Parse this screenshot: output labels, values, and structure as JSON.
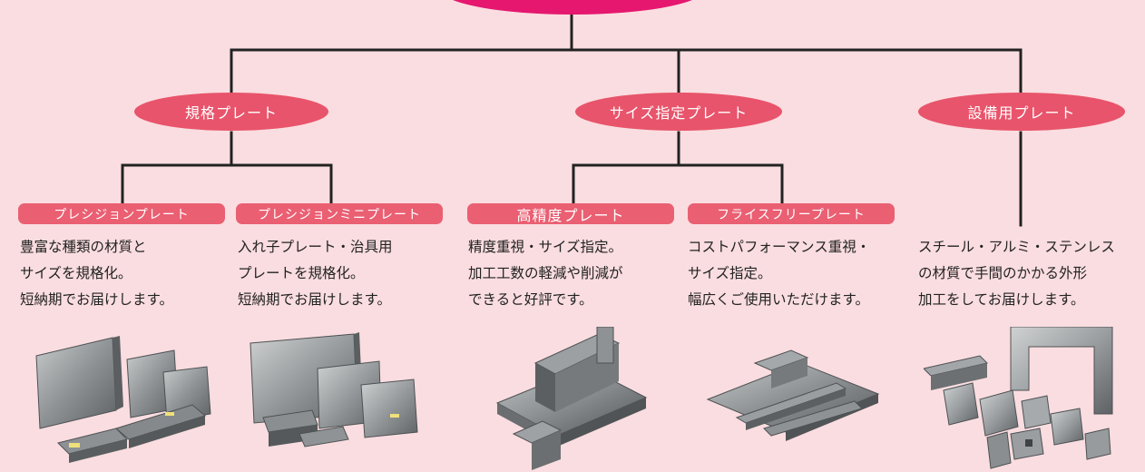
{
  "categories": [
    {
      "label": "規格プレート"
    },
    {
      "label": "サイズ指定プレート"
    },
    {
      "label": "設備用プレート"
    }
  ],
  "products": [
    {
      "label": "プレシジョンプレート",
      "lines": [
        "豊富な種類の材質と",
        "サイズを規格化。",
        "短納期でお届けします。"
      ],
      "photo": "stacked standard plates"
    },
    {
      "label": "プレシジョンミニプレート",
      "lines": [
        "入れ子プレート・治具用",
        "プレートを規格化。",
        "短納期でお届けします。"
      ],
      "photo": "stacked mini plates"
    },
    {
      "label": "高精度プレート",
      "lines": [
        "精度重視・サイズ指定。",
        "加工工数の軽減や削減が",
        "できると好評です。"
      ],
      "photo": "high precision plate blocks"
    },
    {
      "label": "フライスフリープレート",
      "lines": [
        "コストパフォーマンス重視・",
        "サイズ指定。",
        "幅広くご使用いただけます。"
      ],
      "photo": "milling-free plate blocks"
    },
    {
      "label": "",
      "lines": [
        "スチール・アルミ・ステンレス",
        "の材質で手間のかかる外形",
        "加工をしてお届けします。"
      ],
      "photo": "machined equipment plates"
    }
  ],
  "colors": {
    "background": "#fadde0",
    "top_pill": "#e5176f",
    "category_pill": "#e8546b",
    "product_pill": "#ea5f72",
    "connector": "#222222"
  }
}
